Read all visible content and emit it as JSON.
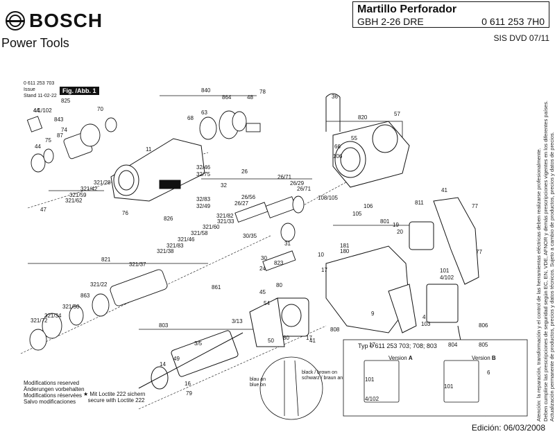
{
  "header": {
    "brand": "BOSCH",
    "tagline": "Power Tools",
    "title": "Martillo Perforador",
    "model": "GBH 2-26 DRE",
    "part_number": "0 611 253 7H0",
    "sis": "SIS DVD 07/11"
  },
  "doc": {
    "number": "0 611 253 703",
    "issue_label": "Issue",
    "stand_label": "Stand",
    "issue_date": "11-02-22",
    "fig_label": "Fig. /Abb. 1"
  },
  "side_note": [
    "Atención: la reparación, transformación y el control de las herramientas eléctricas deben realizarse profesionalmente.",
    "Deben cumplirse las prescripciones de seguridad según EC, EN, VDE, AFNOR y demás prescripciones vigentes en los diferentes países.",
    "Actualización permanente de productos, precios y datos técnicos. Sujeto a cambio de productos, precios y datos de precios."
  ],
  "footer": {
    "modifications": [
      "Modifications reserved",
      "Änderungen vorbehalten",
      "Modifications réservées",
      "Salvo modificaciones"
    ],
    "loctite": [
      "Mit Loctite 222 sichern",
      "secure with Loctite 222"
    ],
    "edition": "Edición: 06/03/2008"
  },
  "variants": {
    "title": "Typ 0 611 253 703; 708; 803",
    "version_a": "Version",
    "version_b": "Version",
    "a_mark": "A",
    "b_mark": "B",
    "blue_wire": [
      "blau an",
      "blue on"
    ],
    "black_wire": [
      "black / brown on",
      "schwarz / braun an"
    ]
  },
  "callouts": [
    "44",
    "825",
    "843",
    "70",
    "75",
    "87",
    "74",
    "44",
    "840",
    "63",
    "68",
    "864",
    "48",
    "78",
    "11",
    "36",
    "820",
    "57",
    "106",
    "66",
    "55",
    "26",
    "26/71",
    "26/29",
    "26/71",
    "106",
    "108/105",
    "105",
    "41",
    "77",
    "32/46",
    "32/75",
    "32",
    "32/83",
    "32/49",
    "26/56",
    "26/27",
    "826",
    "321/28",
    "321/42",
    "321/59",
    "321/62",
    "47",
    "76",
    "321/82",
    "321/33",
    "321/60",
    "321/58",
    "321/46",
    "321/83",
    "321/38",
    "30/35",
    "24",
    "31",
    "30",
    "823",
    "811",
    "801",
    "19",
    "20",
    "181",
    "180",
    "10",
    "17",
    "77",
    "821",
    "321/37",
    "321/22",
    "863",
    "321/50",
    "321/34",
    "321/72",
    "861",
    "45",
    "80",
    "54",
    "80",
    "17",
    "808",
    "101",
    "4/102",
    "9",
    "4",
    "103",
    "806",
    "805",
    "6",
    "803",
    "3/13",
    "3/5",
    "49",
    "14",
    "79",
    "16",
    "50",
    "41",
    "17",
    "101",
    "4/102",
    "804",
    "101",
    "4/1/102"
  ]
}
